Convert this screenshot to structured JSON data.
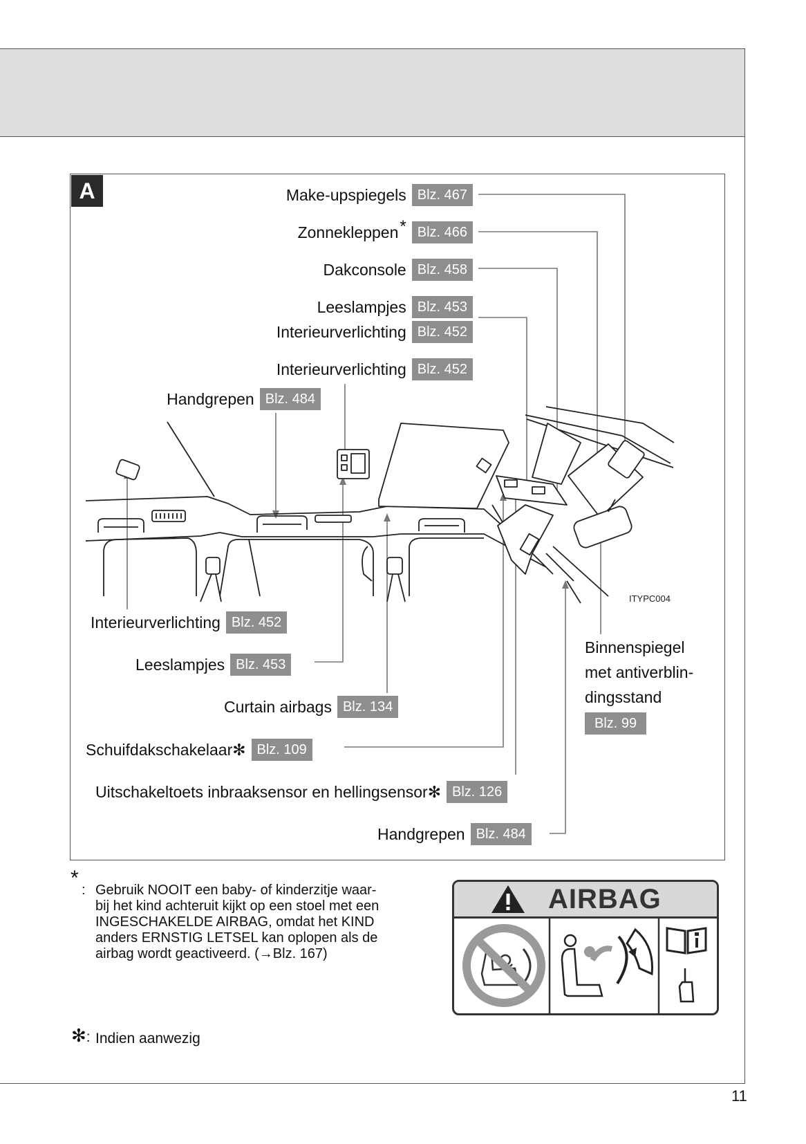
{
  "page_number": "11",
  "figure": {
    "badge": "A",
    "image_code": "ITYPC004",
    "top_callouts": [
      {
        "label": "Make-upspiegels",
        "asterisk": "",
        "ref": "Blz. 467"
      },
      {
        "label": "Zonnekleppen",
        "asterisk": "*",
        "ref": "Blz. 466"
      },
      {
        "label": "Dakconsole",
        "asterisk": "",
        "ref": "Blz. 458"
      },
      {
        "label": "Leeslampjes",
        "asterisk": "",
        "ref": "Blz. 453"
      },
      {
        "label": "Interieurverlichting",
        "asterisk": "",
        "ref": "Blz. 452"
      },
      {
        "label": "Interieurverlichting",
        "asterisk": "",
        "ref": "Blz. 452"
      },
      {
        "label": "Handgrepen",
        "asterisk": "",
        "ref": "Blz. 484"
      }
    ],
    "bottom_callouts": [
      {
        "label": "Interieurverlichting",
        "asterisk": "",
        "ref": "Blz. 452"
      },
      {
        "label": "Leeslampjes",
        "asterisk": "",
        "ref": "Blz. 453"
      },
      {
        "label": "Curtain airbags",
        "asterisk": "",
        "ref": "Blz. 134"
      },
      {
        "label": "Schuifdakschakelaar",
        "asterisk": "✻",
        "ref": "Blz. 109"
      },
      {
        "label": "Uitschakeltoets inbraaksensor en hellingsensor",
        "asterisk": "✻",
        "ref": "Blz. 126"
      },
      {
        "label": "Handgrepen",
        "asterisk": "",
        "ref": "Blz. 484"
      }
    ],
    "mirror": {
      "lines": [
        "Binnenspiegel",
        "met antiverblin-",
        "dingsstand"
      ],
      "ref": "Blz. 99"
    }
  },
  "notes": {
    "airbag_marker": "*",
    "airbag_text": [
      "Gebruik NOOIT een baby- of kinderzitje waar-",
      "bij het kind achteruit kijkt op een stoel met een",
      "INGESCHAKELDE AIRBAG, omdat het KIND",
      "anders ERNSTIG LETSEL kan oplopen als de",
      "airbag wordt geactiveerd. (→Blz. 167)"
    ],
    "optional_marker": "✻",
    "optional_text": "Indien aanwezig"
  },
  "airbag_label": {
    "title": "AIRBAG"
  }
}
